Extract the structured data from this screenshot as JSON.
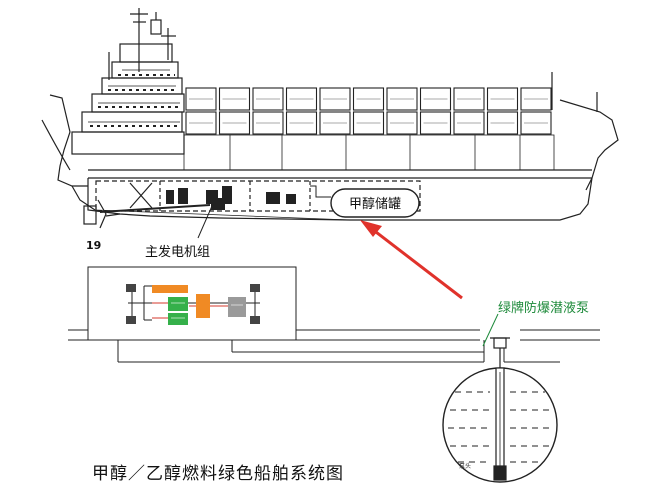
{
  "labels": {
    "methanol_tank": "甲醇储罐",
    "main_generator": "主发电机组",
    "section_number": "19",
    "pump": "绿牌防爆潜液泵",
    "pump_inner": "泵头",
    "caption": "甲醇／乙醇燃料绿色船舶系统图"
  },
  "colors": {
    "arrow": "#e0322b",
    "pump_label": "#1d8a3a",
    "module_red": "#d63a2e",
    "module_green": "#35b04a",
    "module_orange": "#f08a24",
    "module_gray": "#9a9a9a",
    "line": "#222222"
  },
  "icons": [
    "cargo-ship-drawing",
    "red-arrow-icon",
    "submersible-pump-icon",
    "spherical-tank-icon"
  ]
}
